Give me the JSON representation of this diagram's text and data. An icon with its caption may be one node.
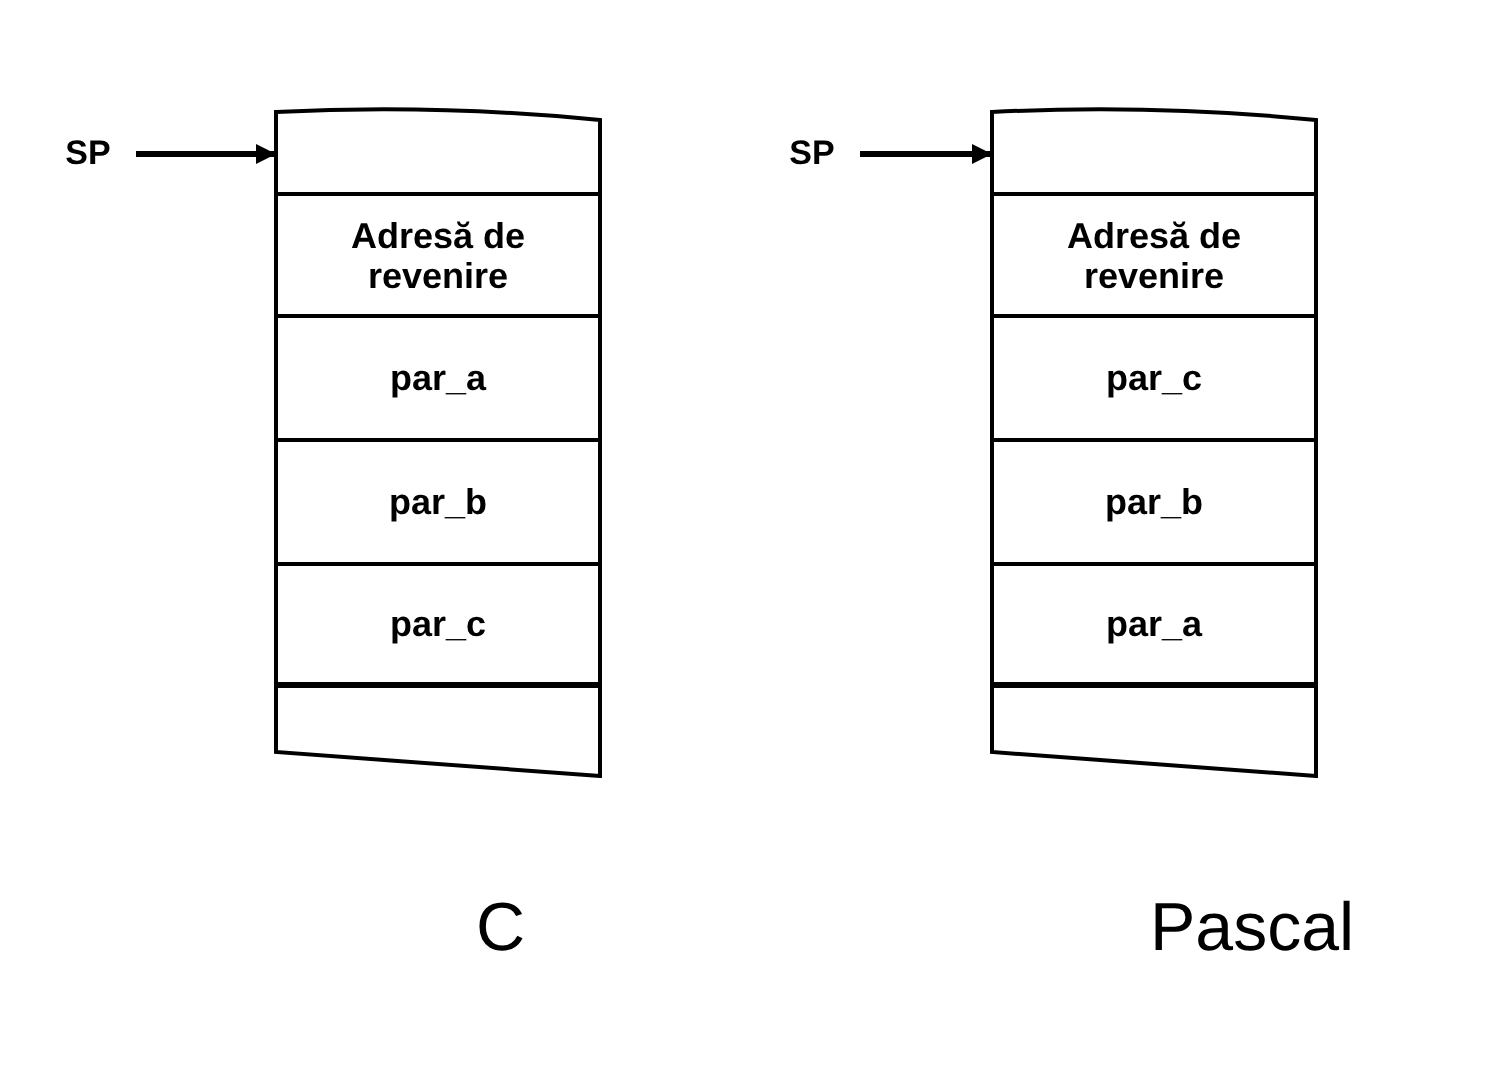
{
  "diagram": {
    "nodes": [
      {
        "text": [
          "SP"
        ]
      },
      {
        "text": [],
        "shape": "box"
      },
      {
        "text": [
          "Adresă de revenire"
        ]
      },
      {
        "text": [
          "par_a"
        ]
      },
      {
        "text": [
          "par_b"
        ]
      },
      {
        "text": [
          "par_c"
        ]
      },
      {
        "text": [],
        "shape": "box"
      },
      {
        "text": [
          "SP"
        ]
      },
      {
        "text": [],
        "shape": "box"
      },
      {
        "text": [
          "Adresă de revenire"
        ]
      },
      {
        "text": [
          "par_c"
        ]
      },
      {
        "text": [
          "par_b"
        ]
      },
      {
        "text": [
          "par_a"
        ]
      },
      {
        "text": [],
        "shape": "box"
      }
    ],
    "edges": [
      {
        "from": 0,
        "to": 2,
        "arrow": "to"
      },
      {
        "from": 7,
        "to": 9,
        "arrow": "to"
      }
    ],
    "labels": [
      "C",
      "Pascal"
    ]
  }
}
